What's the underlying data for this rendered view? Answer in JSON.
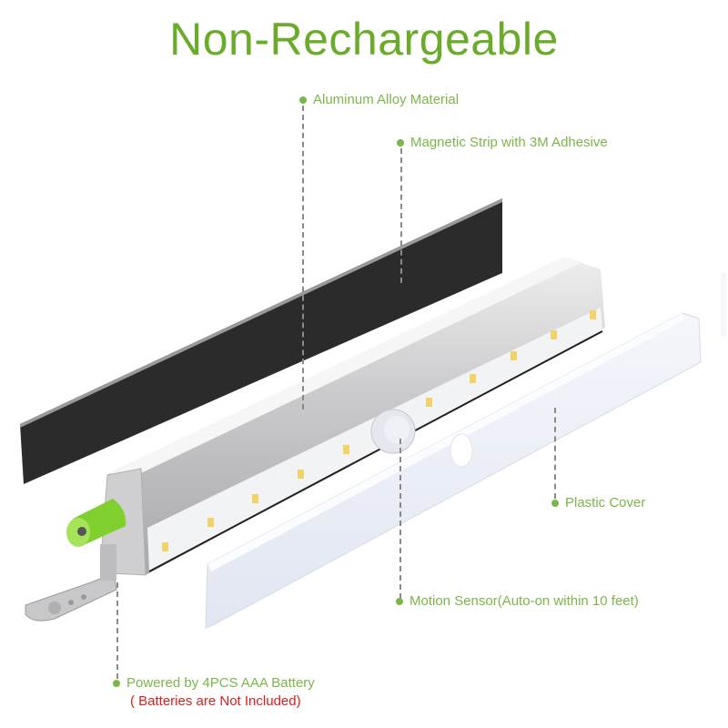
{
  "title": "Non-Rechargeable",
  "colors": {
    "accent_green": "#6aac2a",
    "label_green": "#7ab648",
    "warning_red": "#e01b1b",
    "strip_black": "#2b2b2b",
    "housing_silver": "#d4d4d6",
    "led_yellow": "#f4d26a",
    "cover_white": "#eef1f8",
    "battery_green": "#8fd63a"
  },
  "callouts": [
    {
      "id": "aluminum",
      "label": "Aluminum Alloy Material"
    },
    {
      "id": "magnetic",
      "label": "Magnetic Strip with 3M Adhesive"
    },
    {
      "id": "cover",
      "label": "Plastic Cover"
    },
    {
      "id": "sensor",
      "label": "Motion Sensor(Auto-on within 10 feet)"
    },
    {
      "id": "battery",
      "label": "Powered by 4PCS AAA Battery",
      "note": "( Batteries are Not Included)"
    }
  ],
  "product": {
    "led_count": 10,
    "parts": [
      "magnetic-strip",
      "aluminum-housing",
      "led-strip",
      "motion-sensor",
      "plastic-cover",
      "battery-cap",
      "mounting-bracket"
    ]
  }
}
